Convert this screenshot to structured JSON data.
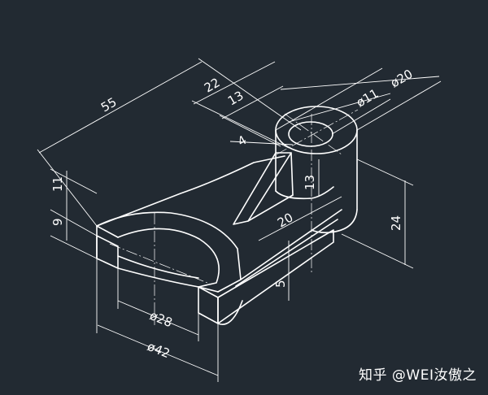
{
  "dimensions": {
    "d55": "55",
    "d22": "22",
    "d13_top": "13",
    "d4": "4",
    "d11": "11",
    "d9": "9",
    "phi20": "ø20",
    "phi11": "ø11",
    "d13_side": "13",
    "d24": "24",
    "d20": "20",
    "d5": "5",
    "phi28": "ø28",
    "phi42": "ø42"
  },
  "watermark": "知乎 @WEI汝傲之",
  "colors": {
    "background": "#222a32",
    "line": "#ffffff"
  }
}
